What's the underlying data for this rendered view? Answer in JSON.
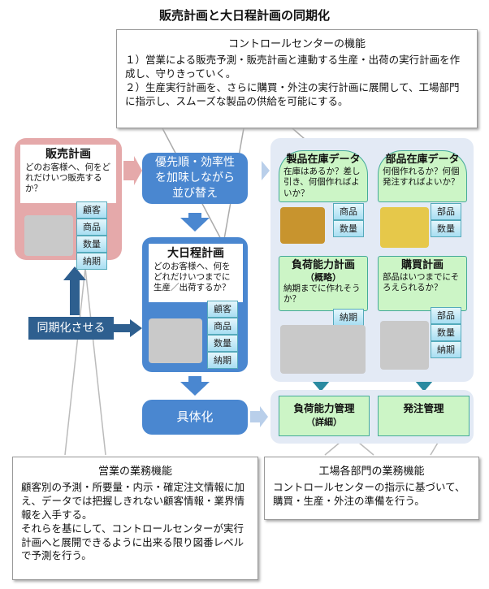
{
  "title": "販売計画と大日程計画の同期化",
  "control_center": {
    "heading": "コントロールセンターの機能",
    "items": [
      "１）営業による販売予測・販売計画と連動する生産・出荷の実行計画を作成し、守りきっていく。",
      "２）生産実行計画を、さらに購買・外注の実行計画に展開して、工場部門に指示し、スムーズな製品の供給を可能にする。"
    ]
  },
  "sales_plan": {
    "title": "販売計画",
    "question": "どのお客様へ、何をどれだけいつ販売するか？",
    "tags": [
      "顧客",
      "商品",
      "数量",
      "納期"
    ]
  },
  "priority": {
    "label": "優先順・効率性を加味しながら並び替え"
  },
  "master_schedule": {
    "title": "大日程計画",
    "question": "どのお客様へ、何をどれだけいつまでに生産／出荷するか？",
    "tags": [
      "顧客",
      "商品",
      "数量",
      "納期"
    ]
  },
  "sync_label": "同期化させる",
  "concretize": "具体化",
  "product_stock": {
    "title": "製品在庫データ",
    "question": "在庫はあるか？差し引き、何個作ればよいか？",
    "tags": [
      "商品",
      "数量"
    ]
  },
  "parts_stock": {
    "title": "部品在庫データ",
    "question": "何個作れるか？何個発注すればよいか？",
    "tags": [
      "部品",
      "数量"
    ]
  },
  "load_plan": {
    "title": "負荷能力計画",
    "subtitle": "（概略）",
    "question": "納期までに作れそうか？",
    "tags": [
      "納期"
    ]
  },
  "purchase_plan": {
    "title": "購買計画",
    "question": "部品はいつまでにそろえられるか？",
    "tags": [
      "部品",
      "数量",
      "納期"
    ]
  },
  "load_mgmt": {
    "title": "負荷能力管理",
    "subtitle": "（詳細）"
  },
  "order_mgmt": {
    "title": "発注管理"
  },
  "sales_func": {
    "heading": "営業の業務機能",
    "text1": "顧客別の予測・所要量・内示・確定注文情報に加え、データでは把握しきれない顧客情報・業界情報を入手する。",
    "text2": "それらを基にして、コントロールセンターが実行計画へと展開できるように出来る限り図番レベルで予測を行う。"
  },
  "factory_func": {
    "heading": "工場各部門の業務機能",
    "text": "コントロールセンターの指示に基づいて、購買・生産・外注の準備を行う。"
  }
}
